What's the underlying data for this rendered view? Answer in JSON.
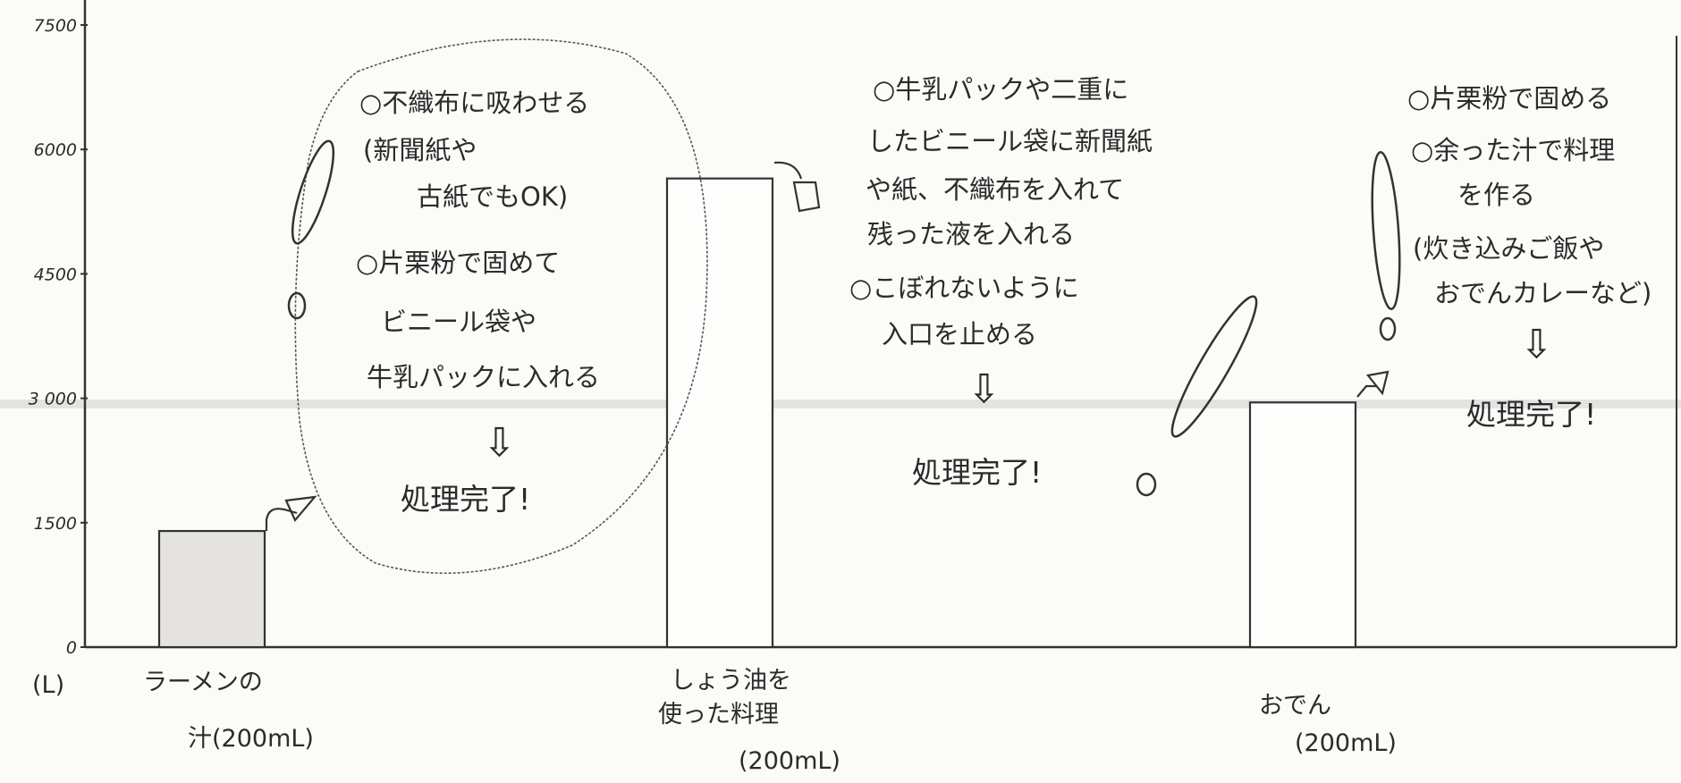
{
  "chart_data": {
    "type": "bar",
    "unit_label": "(L)",
    "ylim": [
      0,
      7500
    ],
    "yticks": [
      "0",
      "1500",
      "3 000",
      "4500",
      "6000",
      "7500"
    ],
    "categories": [
      {
        "lines": [
          "ラーメンの",
          "汁(200mL)"
        ]
      },
      {
        "lines": [
          "しょう油を",
          "使った料理",
          "(200mL)"
        ]
      },
      {
        "lines": [
          "おでん",
          "(200mL)"
        ]
      }
    ],
    "values": [
      1400,
      5650,
      2950
    ],
    "annotations": [
      {
        "lines": [
          "○不織布に吸わせる",
          "(新聞紙や",
          "古紙でもOK)",
          "○片栗粉で固めて",
          "ビニール袋や",
          "牛乳パックに入れる"
        ],
        "arrow": "⇩",
        "result": "処理完了!"
      },
      {
        "lines": [
          "○牛乳パックや二重に",
          "したビニール袋に新聞紙",
          "や紙、不織布を入れて",
          "残った液を入れる",
          "○こぼれないように",
          "入口を止める"
        ],
        "arrow": "⇩",
        "result": "処理完了!"
      },
      {
        "lines": [
          "○片栗粉で固める",
          "○余った汁で料理",
          "を作る",
          "(炊き込みご飯や",
          "おでんカレーなど)"
        ],
        "arrow": "⇩",
        "result": "処理完了!"
      }
    ],
    "exclamation": "!"
  }
}
